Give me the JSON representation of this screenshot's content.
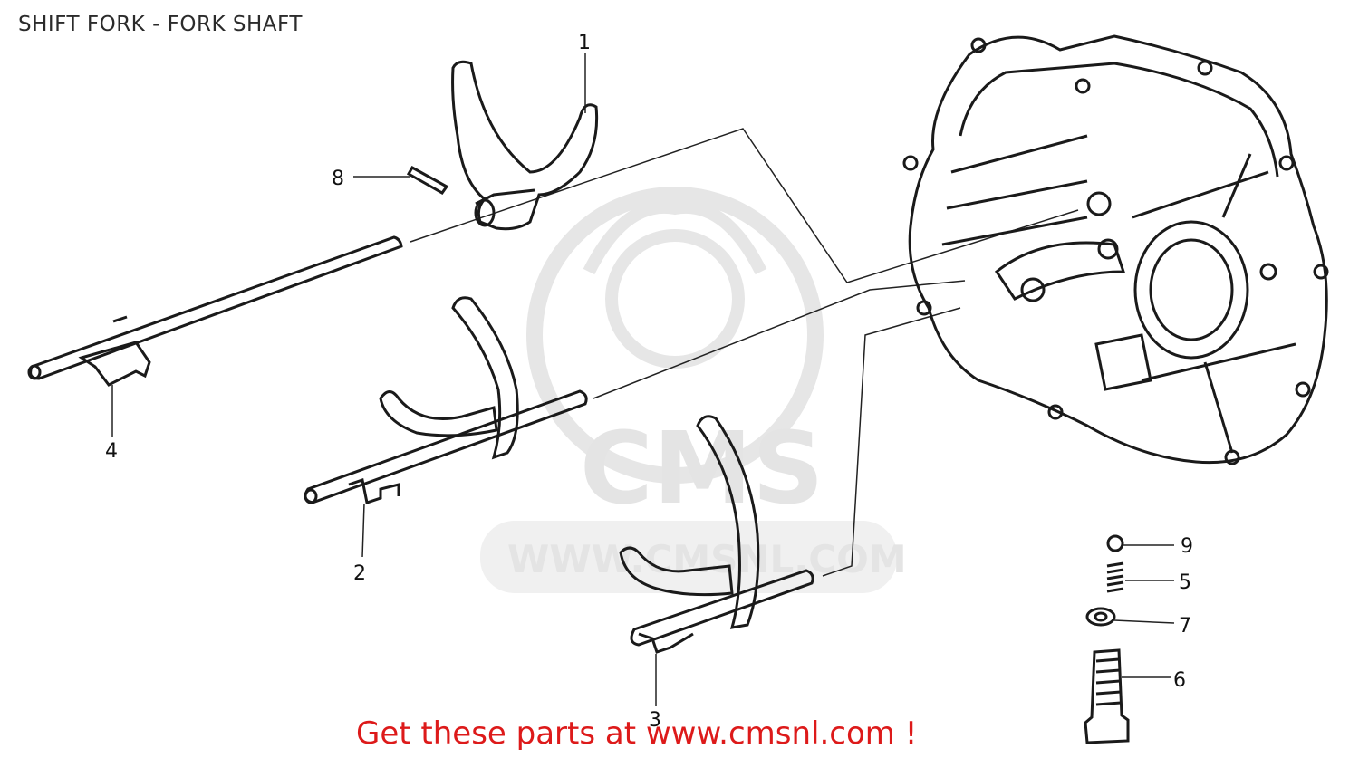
{
  "page": {
    "title": "SHIFT FORK - FORK SHAFT",
    "footer": "Get these parts at www.cmsnl.com !"
  },
  "watermark": {
    "logo_text": "CMS",
    "url_text": "WWW.CMSNL.COM"
  },
  "callouts": [
    {
      "number": "1"
    },
    {
      "number": "2"
    },
    {
      "number": "3"
    },
    {
      "number": "4"
    },
    {
      "number": "5"
    },
    {
      "number": "6"
    },
    {
      "number": "7"
    },
    {
      "number": "8"
    },
    {
      "number": "9"
    }
  ]
}
